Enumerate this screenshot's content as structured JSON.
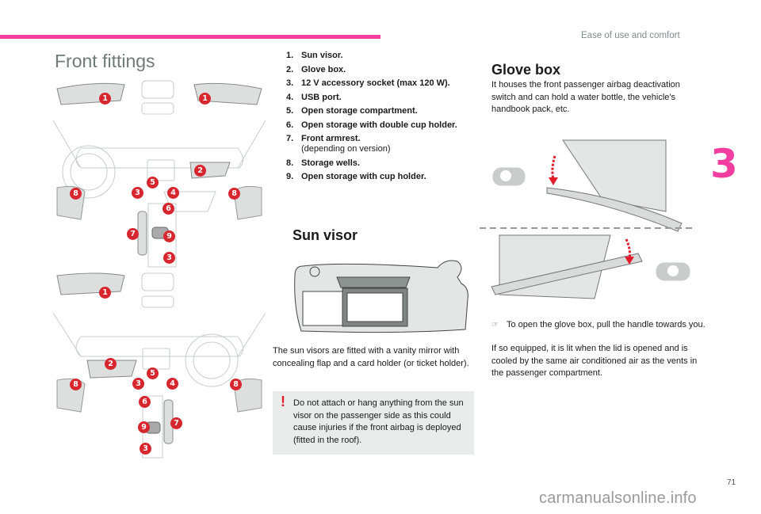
{
  "header": {
    "section_title": "Ease of use and comfort",
    "chapter_number": "3",
    "accent_color": "#f23ea0"
  },
  "front_fittings": {
    "title": "Front fittings",
    "items": [
      {
        "num": "1.",
        "label": "Sun visor."
      },
      {
        "num": "2.",
        "label": "Glove box."
      },
      {
        "num": "3.",
        "label": "12 V accessory socket (max 120 W)."
      },
      {
        "num": "4.",
        "label": "USB port."
      },
      {
        "num": "5.",
        "label": "Open storage compartment."
      },
      {
        "num": "6.",
        "label": "Open storage with double cup holder."
      },
      {
        "num": "7.",
        "label": "Front armrest.",
        "sub": "(depending on version)"
      },
      {
        "num": "8.",
        "label": "Storage wells."
      },
      {
        "num": "9.",
        "label": "Open storage with cup holder."
      }
    ],
    "diagram_lhd_markers": [
      "1",
      "1",
      "2",
      "3",
      "4",
      "5",
      "6",
      "7",
      "8",
      "8",
      "9",
      "3"
    ],
    "diagram_rhd_markers": [
      "1",
      "2",
      "3",
      "4",
      "5",
      "6",
      "7",
      "8",
      "8",
      "9",
      "3"
    ],
    "marker_color": "#d7262e"
  },
  "sun_visor": {
    "title": "Sun visor",
    "description": "The sun visors are fitted with a vanity mirror with concealing flap and a card holder (or ticket holder).",
    "warning_icon": "!",
    "warning_text": "Do not attach or hang anything from the sun visor on the passenger side as this could cause injuries if the front airbag is deployed (fitted in the roof)."
  },
  "glove_box": {
    "title": "Glove box",
    "description": "It houses the front passenger airbag deactivation switch and can hold a water bottle, the vehicle's handbook pack, etc.",
    "instruction_bullet": "☞",
    "instruction": "To open the glove box, pull the handle towards you.",
    "note": "If so equipped, it is lit when the lid is opened and is cooled by the same air conditioned air as the vents in the passenger compartment."
  },
  "footer": {
    "page_number": "71",
    "watermark": "carmanualsonline.info"
  }
}
